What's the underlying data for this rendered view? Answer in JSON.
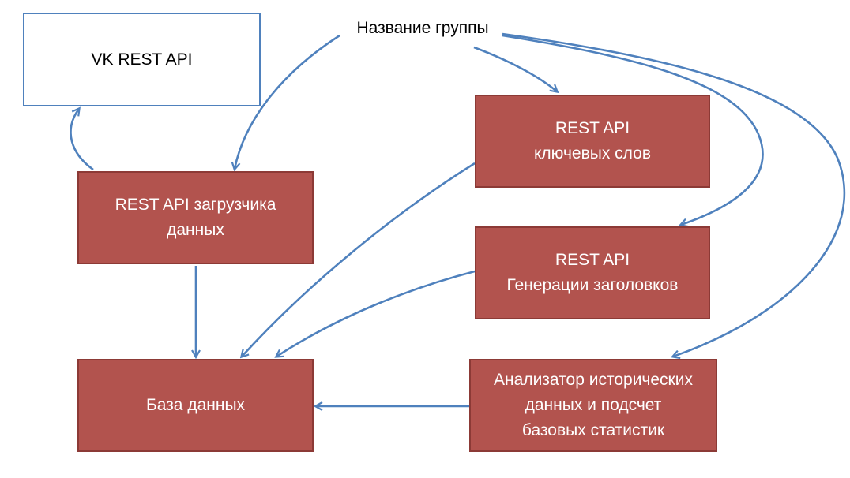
{
  "diagram": {
    "source_label": "Название группы",
    "colors": {
      "arrow": "#4f81bd",
      "red_box_fill": "#b2534e",
      "red_box_border": "#8c3a36",
      "white_box_border": "#4f81bd"
    },
    "nodes": {
      "vk_api": {
        "lines": [
          "VK REST API"
        ]
      },
      "loader": {
        "lines": [
          "REST API загрузчика",
          "данных"
        ]
      },
      "keywords": {
        "lines": [
          "REST API",
          "ключевых слов"
        ]
      },
      "headlines": {
        "lines": [
          "REST API",
          "Генерации заголовков"
        ]
      },
      "database": {
        "lines": [
          "База данных"
        ]
      },
      "analyzer": {
        "lines": [
          "Анализатор исторических",
          "данных и подсчет",
          "базовых статистик"
        ]
      }
    },
    "edges": [
      {
        "from": "source_label",
        "to": "loader"
      },
      {
        "from": "source_label",
        "to": "keywords"
      },
      {
        "from": "source_label",
        "to": "headlines"
      },
      {
        "from": "source_label",
        "to": "analyzer"
      },
      {
        "from": "loader",
        "to": "vk_api"
      },
      {
        "from": "loader",
        "to": "database"
      },
      {
        "from": "keywords",
        "to": "database"
      },
      {
        "from": "headlines",
        "to": "database"
      },
      {
        "from": "analyzer",
        "to": "database"
      }
    ]
  }
}
